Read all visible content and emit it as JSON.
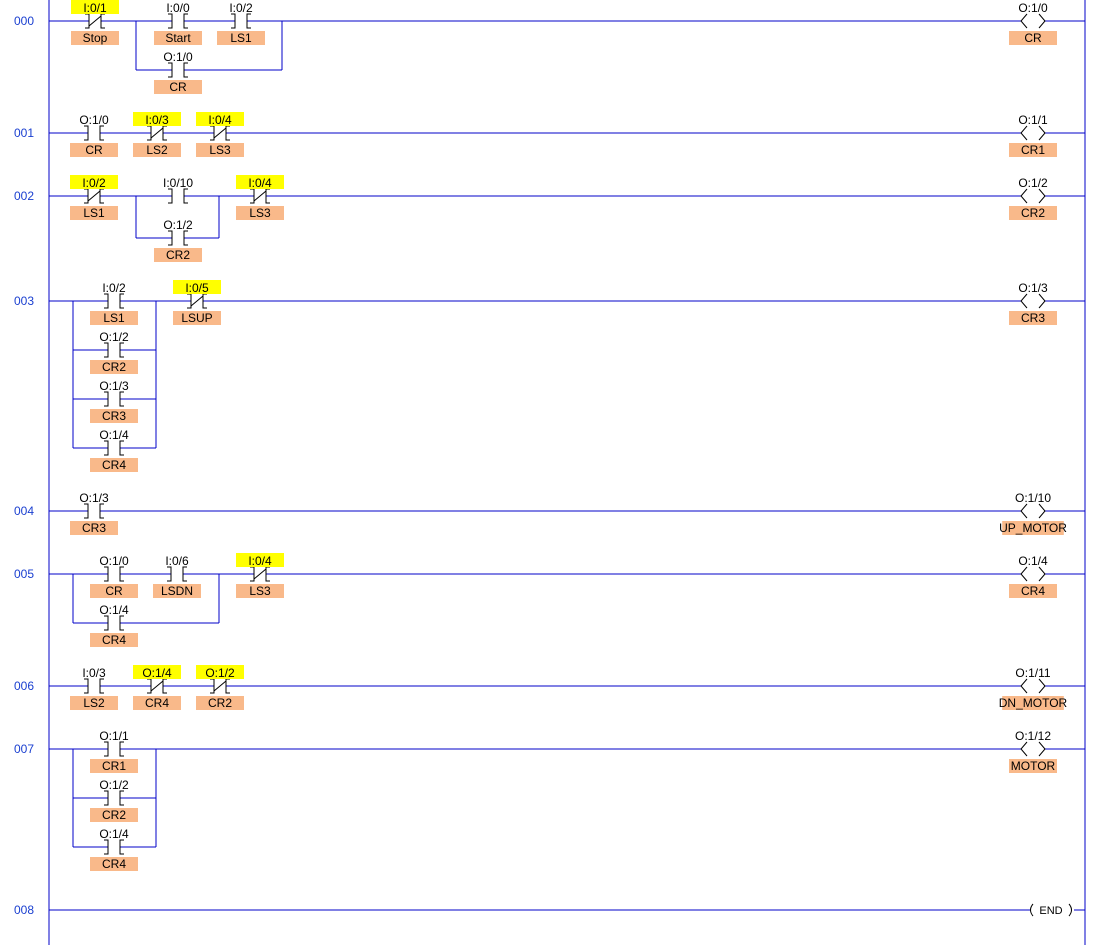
{
  "colors": {
    "wire": "#0000c8",
    "rail": "#0000c8",
    "symbol_bg": "#f9b98a",
    "highlight_bg": "#ffff00",
    "rung_number": "#1a3fd0"
  },
  "end_label": "END",
  "rungs": [
    {
      "id": "000",
      "contacts": [
        {
          "addr": "I:0/1",
          "sym": "Stop",
          "nc": true,
          "hl": true
        },
        {
          "addr": "I:0/0",
          "sym": "Start",
          "nc": false,
          "hl": false
        },
        {
          "addr": "I:0/2",
          "sym": "LS1",
          "nc": false,
          "hl": false
        },
        {
          "addr": "O:1/0",
          "sym": "CR",
          "nc": false,
          "hl": false,
          "branch": true
        }
      ],
      "coil": {
        "addr": "O:1/0",
        "sym": "CR"
      }
    },
    {
      "id": "001",
      "contacts": [
        {
          "addr": "O:1/0",
          "sym": "CR",
          "nc": false,
          "hl": false
        },
        {
          "addr": "I:0/3",
          "sym": "LS2",
          "nc": true,
          "hl": true
        },
        {
          "addr": "I:0/4",
          "sym": "LS3",
          "nc": true,
          "hl": true
        }
      ],
      "coil": {
        "addr": "O:1/1",
        "sym": "CR1"
      }
    },
    {
      "id": "002",
      "contacts": [
        {
          "addr": "I:0/2",
          "sym": "LS1",
          "nc": true,
          "hl": true
        },
        {
          "addr": "I:0/10",
          "sym": "",
          "nc": false,
          "hl": false
        },
        {
          "addr": "I:0/4",
          "sym": "LS3",
          "nc": true,
          "hl": true
        },
        {
          "addr": "O:1/2",
          "sym": "CR2",
          "nc": false,
          "hl": false,
          "branch": true
        }
      ],
      "coil": {
        "addr": "O:1/2",
        "sym": "CR2"
      }
    },
    {
      "id": "003",
      "contacts": [
        {
          "addr": "I:0/2",
          "sym": "LS1",
          "nc": false,
          "hl": false
        },
        {
          "addr": "I:0/5",
          "sym": "LSUP",
          "nc": true,
          "hl": true
        },
        {
          "addr": "O:1/2",
          "sym": "CR2",
          "nc": false,
          "hl": false,
          "branch": true
        },
        {
          "addr": "O:1/3",
          "sym": "CR3",
          "nc": false,
          "hl": false,
          "branch": true
        },
        {
          "addr": "O:1/4",
          "sym": "CR4",
          "nc": false,
          "hl": false,
          "branch": true
        }
      ],
      "coil": {
        "addr": "O:1/3",
        "sym": "CR3"
      }
    },
    {
      "id": "004",
      "contacts": [
        {
          "addr": "O:1/3",
          "sym": "CR3",
          "nc": false,
          "hl": false
        }
      ],
      "coil": {
        "addr": "O:1/10",
        "sym": "UP_MOTOR"
      }
    },
    {
      "id": "005",
      "contacts": [
        {
          "addr": "O:1/0",
          "sym": "CR",
          "nc": false,
          "hl": false
        },
        {
          "addr": "I:0/6",
          "sym": "LSDN",
          "nc": false,
          "hl": false
        },
        {
          "addr": "I:0/4",
          "sym": "LS3",
          "nc": true,
          "hl": true
        },
        {
          "addr": "O:1/4",
          "sym": "CR4",
          "nc": false,
          "hl": false,
          "branch": true
        }
      ],
      "coil": {
        "addr": "O:1/4",
        "sym": "CR4"
      }
    },
    {
      "id": "006",
      "contacts": [
        {
          "addr": "I:0/3",
          "sym": "LS2",
          "nc": false,
          "hl": false
        },
        {
          "addr": "O:1/4",
          "sym": "CR4",
          "nc": true,
          "hl": true
        },
        {
          "addr": "O:1/2",
          "sym": "CR2",
          "nc": true,
          "hl": true
        }
      ],
      "coil": {
        "addr": "O:1/11",
        "sym": "DN_MOTOR"
      }
    },
    {
      "id": "007",
      "contacts": [
        {
          "addr": "O:1/1",
          "sym": "CR1",
          "nc": false,
          "hl": false
        },
        {
          "addr": "O:1/2",
          "sym": "CR2",
          "nc": false,
          "hl": false,
          "branch": true
        },
        {
          "addr": "O:1/4",
          "sym": "CR4",
          "nc": false,
          "hl": false,
          "branch": true
        }
      ],
      "coil": {
        "addr": "O:1/12",
        "sym": "MOTOR"
      }
    },
    {
      "id": "008",
      "contacts": [],
      "end": true
    }
  ]
}
